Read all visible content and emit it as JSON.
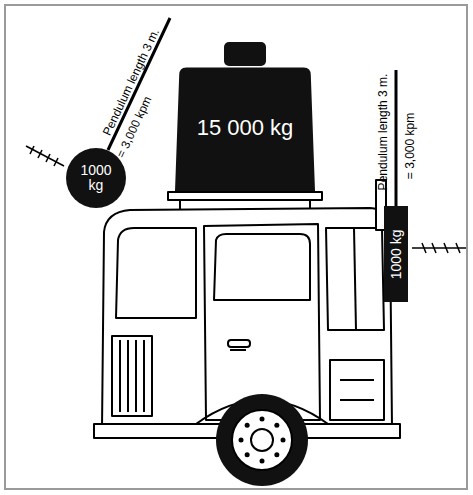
{
  "diagram": {
    "nodes": [
      {
        "text": [
          "15 000 kg"
        ]
      },
      {
        "text": [
          "1000 kg"
        ]
      },
      {
        "text": [
          "1000 kg"
        ]
      }
    ],
    "labels": [
      "Pendulum length 3 m.",
      "= 3,000 kpm",
      "Pendulum length 3 m.",
      "= 3,000 kpm"
    ]
  }
}
